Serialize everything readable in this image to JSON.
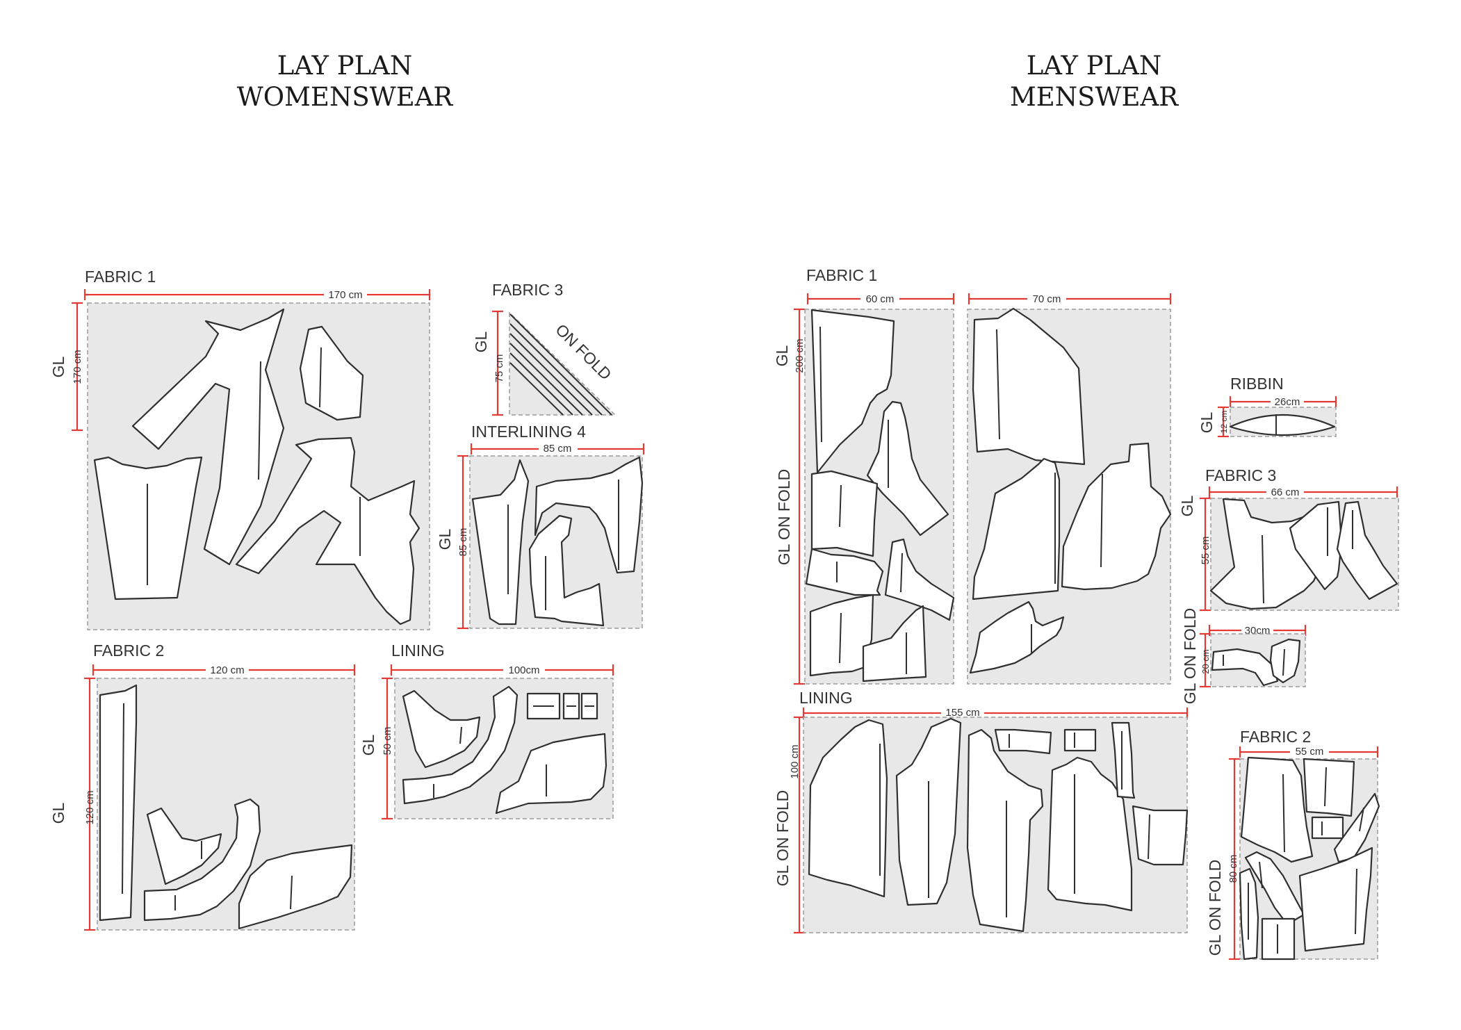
{
  "women": {
    "title_1": "LAY PLAN",
    "title_2": "WOMENSWEAR",
    "fabric1": {
      "label": "FABRIC 1",
      "width": "170 cm",
      "length": "170 cm",
      "gl": "GL"
    },
    "fabric3": {
      "label": "FABRIC 3",
      "length": "75 cm",
      "gl": "GL",
      "on_fold": "ON FOLD"
    },
    "interlining4": {
      "label": "INTERLINING 4",
      "width": "85 cm",
      "length": "85 cm",
      "gl": "GL"
    },
    "fabric2": {
      "label": "FABRIC 2",
      "width": "120 cm",
      "length": "120 cm",
      "gl": "GL"
    },
    "lining": {
      "label": "LINING",
      "width": "100cm",
      "length": "50 cm",
      "gl": "GL"
    }
  },
  "men": {
    "title_1": "LAY PLAN",
    "title_2": "MENSWEAR",
    "fabric1": {
      "label": "FABRIC 1",
      "width_a": "60 cm",
      "width_b": "70 cm",
      "length": "200 cm",
      "gl": "GL",
      "gl_fold": "GL ON FOLD"
    },
    "ribbin": {
      "label": "RIBBIN",
      "width": "26cm",
      "length": "12 cm",
      "gl": "GL"
    },
    "fabric3": {
      "label": "FABRIC 3",
      "width_a": "66 cm",
      "length_a": "55 cm",
      "gl": "GL",
      "width_b": "30cm",
      "length_b": "20 cm",
      "gl_fold": "GL ON FOLD"
    },
    "lining": {
      "label": "LINING",
      "width": "155 cm",
      "length": "100 cm",
      "gl_fold": "GL ON FOLD"
    },
    "fabric2": {
      "label": "FABRIC 2",
      "width": "55 cm",
      "length": "80 cm",
      "gl_fold": "GL ON FOLD"
    }
  },
  "colors": {
    "dimension_line": "#e53935",
    "fabric_area": "#e8e8e8",
    "piece_outline": "#2f2f2f"
  }
}
